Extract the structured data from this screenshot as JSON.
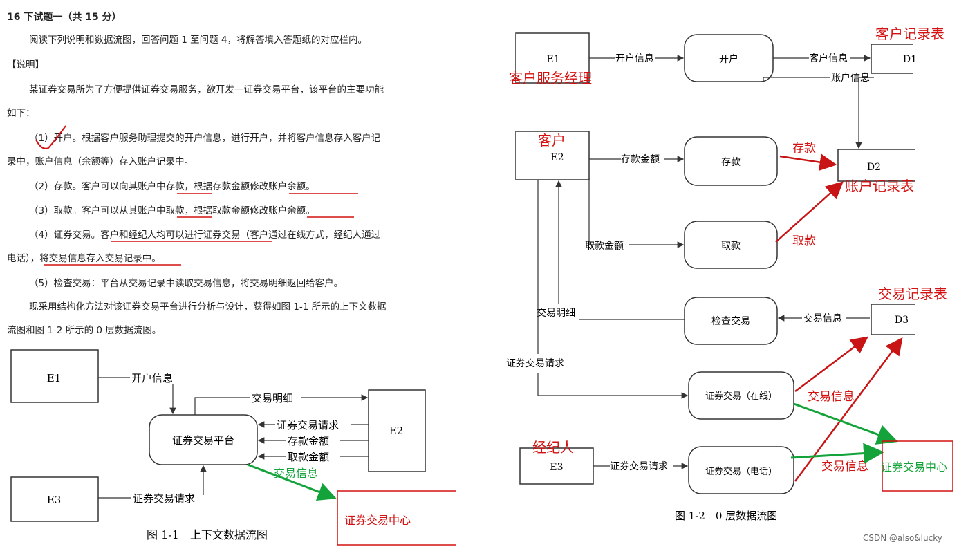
{
  "doc": {
    "title": "16 下试题一（共 15 分）",
    "intro": "阅读下列说明和数据流图，回答问题 1 至问题 4，将解答填入答题纸的对应栏内。",
    "section": "【说明】",
    "para1a": "某证券交易所为了方便提供证券交易服务，欲开发一证券交易平台，该平台的主要功能",
    "para1b": "如下：",
    "item1a": "（1）开户。根据客户服务助理提交的开户信息，进行开户，并将客户信息存入客户记",
    "item1b": "录中，账户信息（余额等）存入账户记录中。",
    "item2": "（2）存款。客户可以向其账户中存款，根据存款金额修改账户余额。",
    "item3": "（3）取款。客户可以从其账户中取款，根据取款金额修改账户余额。",
    "item4a": "（4）证券交易。客户和经纪人均可以进行证券交易（客户通过在线方式，经纪人通过",
    "item4b": "电话），将交易信息存入交易记录中。",
    "item5": "（5）检查交易：平台从交易记录中读取交易信息，将交易明细返回给客户。",
    "para2a": "现采用结构化方法对该证券交易平台进行分析与设计，获得如图 1-1 所示的上下文数据",
    "para2b": "流图和图 1-2 所示的 0 层数据流图。"
  },
  "fig1": {
    "caption": "图 1-1　上下文数据流图",
    "e1": "E1",
    "e2": "E2",
    "e3": "E3",
    "process": "证券交易平台",
    "f_open": "开户信息",
    "f_detail": "交易明细",
    "f_req": "证券交易请求",
    "f_deposit": "存款金额",
    "f_withdraw": "取款金额",
    "f_req_e3": "证券交易请求",
    "ann_info": "交易信息",
    "ann_center": "证券交易中心"
  },
  "fig2": {
    "caption": "图 1-2　0 层数据流图",
    "e1": "E1",
    "e2": "E2",
    "e3": "E3",
    "d1": "D1",
    "d2": "D2",
    "d3": "D3",
    "p_open": "开户",
    "p_deposit": "存款",
    "p_withdraw": "取款",
    "p_check": "检查交易",
    "p_online": "证券交易（在线）",
    "p_phone": "证券交易（电话）",
    "f_open": "开户信息",
    "f_cust": "客户信息",
    "f_acct": "账户信息",
    "f_deposit": "存款金额",
    "f_withdraw": "取款金额",
    "f_detail": "交易明细",
    "f_tinfo": "交易信息",
    "f_req": "证券交易请求",
    "f_req_e3": "证券交易请求",
    "ann_cust_mgr": "客户服务经理",
    "ann_customer": "客户",
    "ann_broker": "经纪人",
    "ann_cust_table": "客户记录表",
    "ann_acct_table": "账户记录表",
    "ann_trade_table": "交易记录表",
    "ann_deposit": "存款",
    "ann_withdraw": "取款",
    "ann_info1": "交易信息",
    "ann_info2": "交易信息",
    "ann_center": "证券交易中心"
  },
  "watermark": "CSDN @also&lucky",
  "colors": {
    "annotation_red": "#d41010",
    "annotation_green": "#14a33a",
    "ink": "#333333"
  }
}
